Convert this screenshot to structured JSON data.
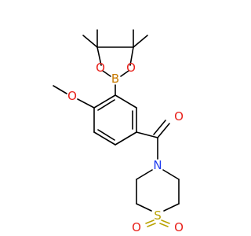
{
  "molecule": {
    "atoms": {
      "o_methoxy": {
        "label": "O",
        "color": "#e8201a"
      },
      "o_ring_left": {
        "label": "O",
        "color": "#e8201a"
      },
      "o_ring_right": {
        "label": "O",
        "color": "#e8201a"
      },
      "boron": {
        "label": "B",
        "color": "#c87a00"
      },
      "o_carbonyl": {
        "label": "O",
        "color": "#e8201a"
      },
      "nitrogen": {
        "label": "N",
        "color": "#1f3cf0"
      },
      "sulfur": {
        "label": "S",
        "color": "#b9a200"
      },
      "o_sulfonyl_left": {
        "label": "O",
        "color": "#e8201a"
      },
      "o_sulfonyl_right": {
        "label": "O",
        "color": "#e8201a"
      }
    }
  }
}
